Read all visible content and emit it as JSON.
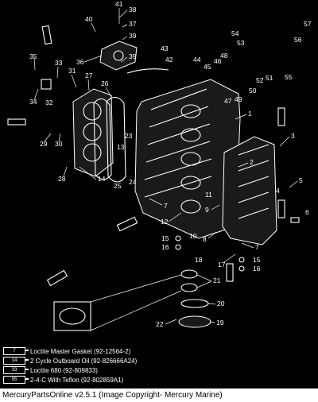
{
  "callouts": [
    "1",
    "2",
    "3",
    "4",
    "5",
    "6",
    "7",
    "8",
    "9",
    "10",
    "11",
    "12",
    "13",
    "14",
    "15",
    "16",
    "17",
    "18",
    "19",
    "20",
    "21",
    "22",
    "23",
    "24",
    "25",
    "26",
    "27",
    "28",
    "29",
    "30",
    "31",
    "32",
    "33",
    "34",
    "35",
    "36",
    "37",
    "38",
    "39",
    "40",
    "41",
    "42",
    "43",
    "44",
    "45",
    "46",
    "47",
    "48",
    "49",
    "50",
    "51",
    "52",
    "53",
    "54",
    "55",
    "56",
    "57"
  ],
  "legend": [
    {
      "code": "7",
      "text": "Loctite Master Gasket (92-12564-2)"
    },
    {
      "code": "14",
      "text": "2 Cycle Outboard Oil (92-826666A24)"
    },
    {
      "code": "33",
      "text": "Loctite 680 (92-809833)"
    },
    {
      "code": "95",
      "text": "2-4-C With Teflon (92-802859A1)"
    }
  ],
  "footer": "MercuryPartsOnline v2.5.1 (Image Copyright- Mercury Marine)"
}
